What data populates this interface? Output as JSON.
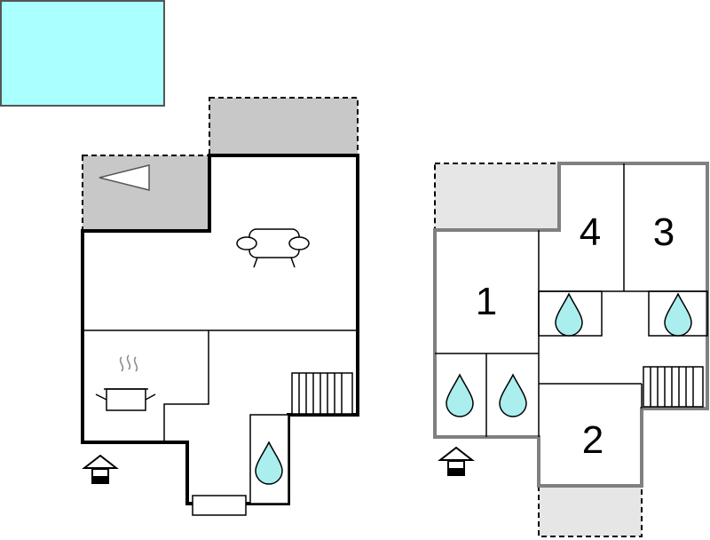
{
  "floorplan": {
    "colors": {
      "pool": "#aaffff",
      "terrace_dark": "#c8c8c8",
      "terrace_light": "#e6e6e6",
      "wall_dark": "#000000",
      "wall_light": "#808080",
      "water_drop": "#aaeeee"
    },
    "ground_floor": {
      "icons": [
        "pool",
        "terrace-arrow",
        "sofa-icon",
        "cooking-pot-icon",
        "stairs-icon",
        "water-drop-icon",
        "entrance-icon",
        "doormat"
      ]
    },
    "upper_floor": {
      "rooms": [
        {
          "label": "1"
        },
        {
          "label": "2"
        },
        {
          "label": "3"
        },
        {
          "label": "4"
        }
      ],
      "icons": [
        "water-drop-icon",
        "water-drop-icon",
        "water-drop-icon",
        "water-drop-icon",
        "stairs-icon",
        "entrance-icon"
      ]
    }
  }
}
